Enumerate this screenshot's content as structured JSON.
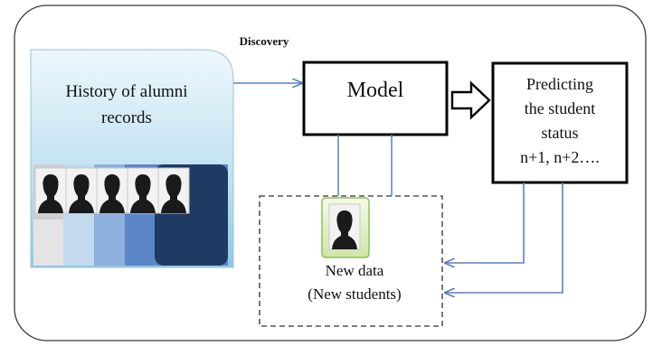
{
  "diagram": {
    "labels": {
      "discovery": "Discovery",
      "history_line1": "History of alumni",
      "history_line2": "records",
      "model": "Model",
      "predict_line1": "Predicting",
      "predict_line2": "the student",
      "predict_line3": "status",
      "predict_line4": "n+1, n+2….",
      "new_data_line1": "New data",
      "new_data_line2": "(New students)"
    },
    "colors": {
      "arrow_blue": "#5b7fbf",
      "panel_border": "#3a3a3a",
      "history_top": "#e9f4fb",
      "history_bottom": "#8ec9e4",
      "card_navy": "#1f3b64",
      "new_data_card": "#d6eab2",
      "new_data_card_border": "#8fbf5a"
    },
    "icons": [
      "person-silhouette-icon"
    ]
  }
}
